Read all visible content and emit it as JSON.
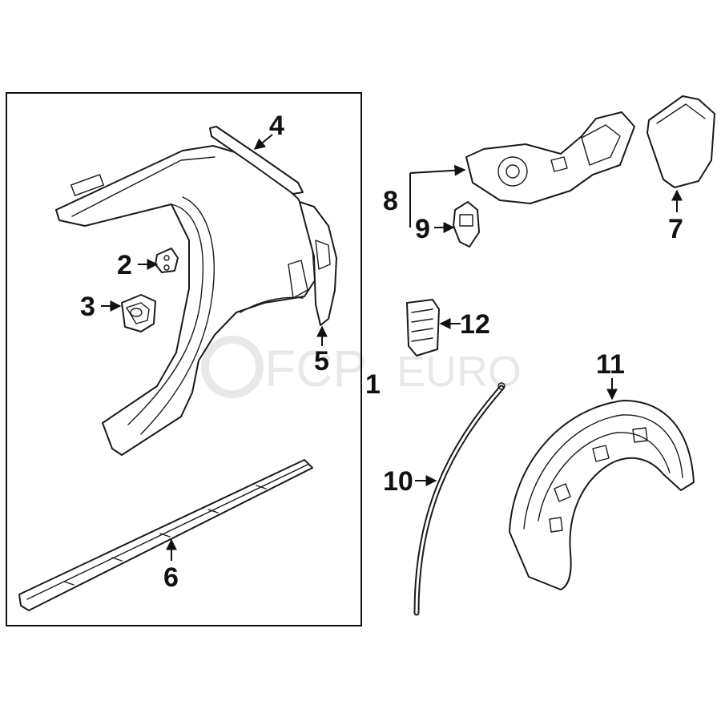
{
  "watermark": {
    "brand_prefix": "FCP",
    "brand_suffix": "EURO"
  },
  "callouts": [
    {
      "id": "c1",
      "label": "1"
    },
    {
      "id": "c2",
      "label": "2"
    },
    {
      "id": "c3",
      "label": "3"
    },
    {
      "id": "c4",
      "label": "4"
    },
    {
      "id": "c5",
      "label": "5"
    },
    {
      "id": "c6",
      "label": "6"
    },
    {
      "id": "c7",
      "label": "7"
    },
    {
      "id": "c8",
      "label": "8"
    },
    {
      "id": "c9",
      "label": "9"
    },
    {
      "id": "c10",
      "label": "10"
    },
    {
      "id": "c11",
      "label": "11"
    },
    {
      "id": "c12",
      "label": "12"
    }
  ],
  "colors": {
    "line": "#1a1a1a",
    "watermark": "#e8e8e8",
    "background": "#ffffff"
  }
}
